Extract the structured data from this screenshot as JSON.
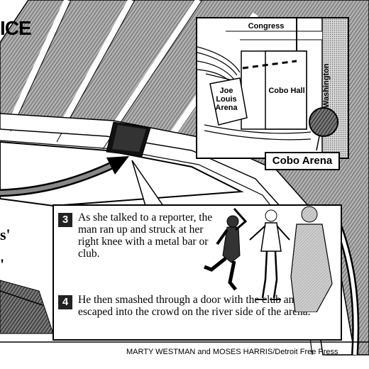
{
  "headline": {
    "text": "ICE"
  },
  "left_fragments": {
    "apostrophe_s": "s'",
    "apostrophe": "'"
  },
  "inset_map": {
    "streets": {
      "congress": "Congress",
      "washington": "Washington"
    },
    "buildings": {
      "joe_louis_arena": "Joe Louis Arena",
      "cobo_hall": "Cobo Hall"
    },
    "callout": "Cobo Arena"
  },
  "steps": [
    {
      "number": "3",
      "text": "As she talked to a reporter, the man ran up and struck  at her right knee with a metal bar or club."
    },
    {
      "number": "4",
      "text": "He then smashed through a door with the club and escaped into the crowd on the river side of the arena."
    }
  ],
  "credit": {
    "names": "MARTY WESTMAN and MOSES HARRIS",
    "separator": "/",
    "outlet": "Detroit Free Press"
  },
  "colors": {
    "ink": "#000000",
    "screen_gray": "#9a9a9a",
    "paper": "#ffffff"
  }
}
